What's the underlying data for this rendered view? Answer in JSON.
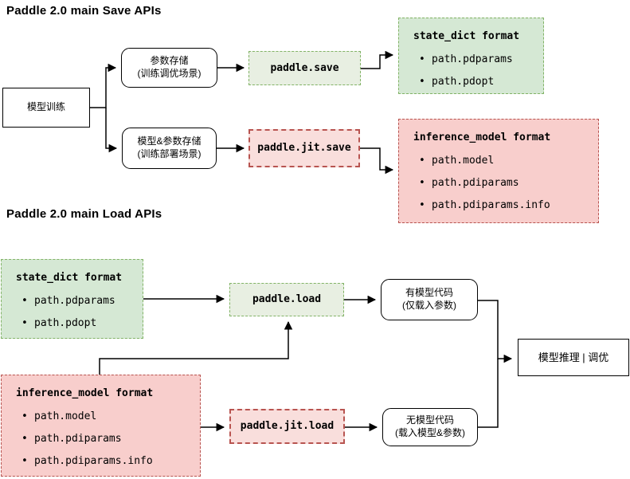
{
  "colors": {
    "green_fill": "#d5e8d4",
    "green_fill_light": "#e8efe2",
    "green_stroke": "#82b366",
    "red_fill": "#f8cecc",
    "red_fill_light": "#f9dedc",
    "red_stroke": "#b85450"
  },
  "save": {
    "title": "Paddle 2.0 main Save APIs",
    "model_training": "模型训练",
    "param_storage": {
      "line1": "参数存储",
      "line2": "(训练调优场景)"
    },
    "model_param_storage": {
      "line1": "模型&参数存储",
      "line2": "(训练部署场景)"
    },
    "paddle_save": "paddle.save",
    "paddle_jit_save": "paddle.jit.save",
    "state_dict": {
      "title": "state_dict format",
      "items": [
        "path.pdparams",
        "path.pdopt"
      ]
    },
    "inference_model": {
      "title": "inference_model format",
      "items": [
        "path.model",
        "path.pdiparams",
        "path.pdiparams.info"
      ]
    }
  },
  "load": {
    "title": "Paddle 2.0 main Load APIs",
    "state_dict": {
      "title": "state_dict format",
      "items": [
        "path.pdparams",
        "path.pdopt"
      ]
    },
    "inference_model": {
      "title": "inference_model format",
      "items": [
        "path.model",
        "path.pdiparams",
        "path.pdiparams.info"
      ]
    },
    "paddle_load": "paddle.load",
    "paddle_jit_load": "paddle.jit.load",
    "with_model_code": {
      "line1": "有模型代码",
      "line2": "(仅载入参数)"
    },
    "no_model_code": {
      "line1": "无模型代码",
      "line2": "(载入模型&参数)"
    },
    "model_inference": "模型推理 | 调优"
  }
}
